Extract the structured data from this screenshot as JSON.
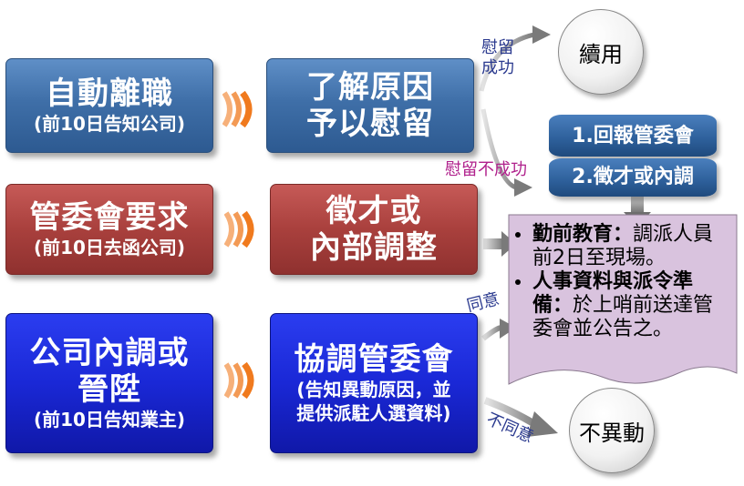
{
  "colors": {
    "steel_blue": "#3f6fa8",
    "brick_red": "#a9403d",
    "vivid_blue": "#1a28d6",
    "chevron_orange": "#f07a1e",
    "note_fill": "#d9c3de",
    "magenta_text": "#b0218c",
    "navy_text": "#2b3a8f"
  },
  "rows": [
    {
      "left_title": "自動離職",
      "left_sub": "(前10日告知公司)",
      "right_line1": "了解原因",
      "right_line2": "予以慰留"
    },
    {
      "left_title": "管委會要求",
      "left_sub": "(前10日去函公司)",
      "right_line1": "徵才或",
      "right_line2": "內部調整"
    },
    {
      "left_title_line1": "公司內調或",
      "left_title_line2": "晉陞",
      "left_sub": "(前10日告知業主)",
      "right_title": "協調管委會",
      "right_sub_line1": "(告知異動原因，並",
      "right_sub_line2": "提供派駐人選資料)"
    }
  ],
  "labels": {
    "retain_success_line1": "慰留",
    "retain_success_line2": "成功",
    "retain_fail": "慰留不成功",
    "agree": "同意",
    "disagree": "不同意"
  },
  "circles": {
    "continue": "續用",
    "no_change": "不異動"
  },
  "stack": {
    "item1": "1.回報管委會",
    "item2": "2.徵才或內調"
  },
  "note": {
    "bullet1_bold": "勤前教育：",
    "bullet1_text": "調派人員前2日至現場。",
    "bullet2_bold": "人事資料與派令準備：",
    "bullet2_text": "於上哨前送達管委會並公告之。"
  }
}
